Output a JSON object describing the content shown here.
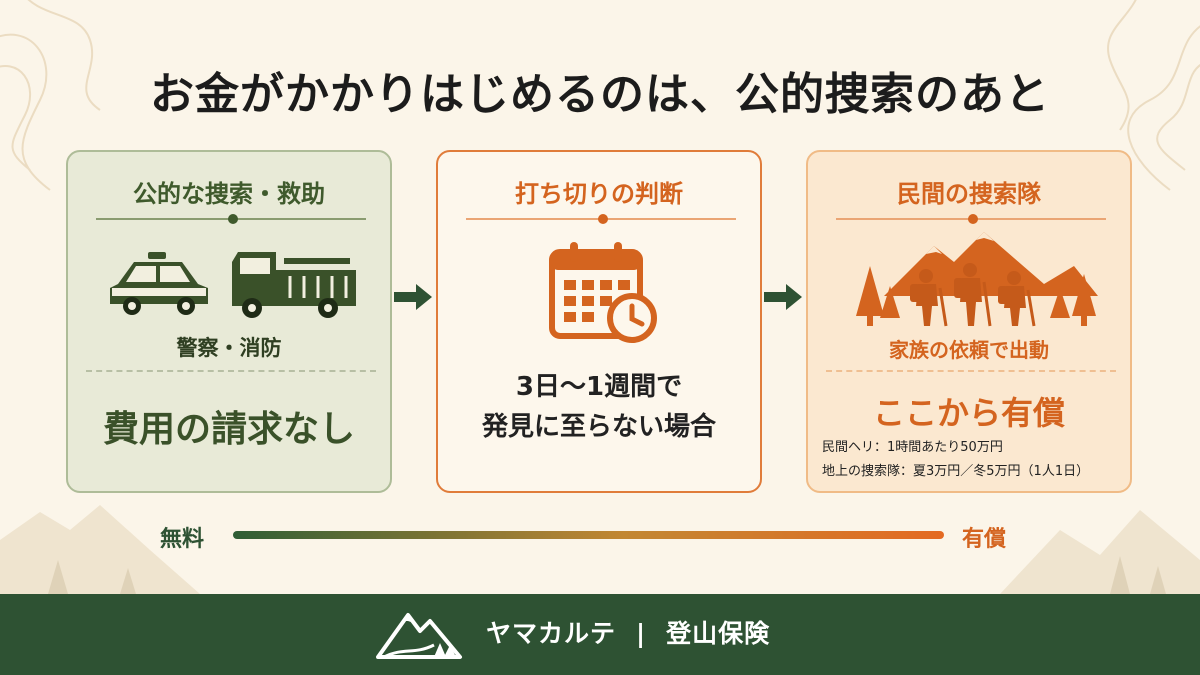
{
  "title": "お金がかかりはじめるのは、公的捜索のあと",
  "colors": {
    "green": "#3f5a2c",
    "orange": "#d4641f",
    "footer": "#2e5233",
    "background": "#fbf5e9"
  },
  "cards": [
    {
      "heading": "公的な捜索・救助",
      "icons": [
        "police-car-icon",
        "fire-truck-icon"
      ],
      "sub_label": "警察・消防",
      "main_text": "費用の請求なし"
    },
    {
      "heading": "打ち切りの判断",
      "icons": [
        "calendar-clock-icon"
      ],
      "line1": "3日〜1週間で",
      "line2": "発見に至らない場合"
    },
    {
      "heading": "民間の捜索隊",
      "icons": [
        "hikers-mountain-icon"
      ],
      "sub_label": "家族の依頼で出動",
      "main_text": "ここから有償",
      "price_lines": [
        "民間ヘリ：1時間あたり50万円",
        "地上の捜索隊：夏3万円／冬5万円（1人1日）"
      ]
    }
  ],
  "scale": {
    "left_label": "無料",
    "right_label": "有償"
  },
  "footer": {
    "brand": "ヤマカルテ",
    "separator": "|",
    "product": "登山保険"
  }
}
